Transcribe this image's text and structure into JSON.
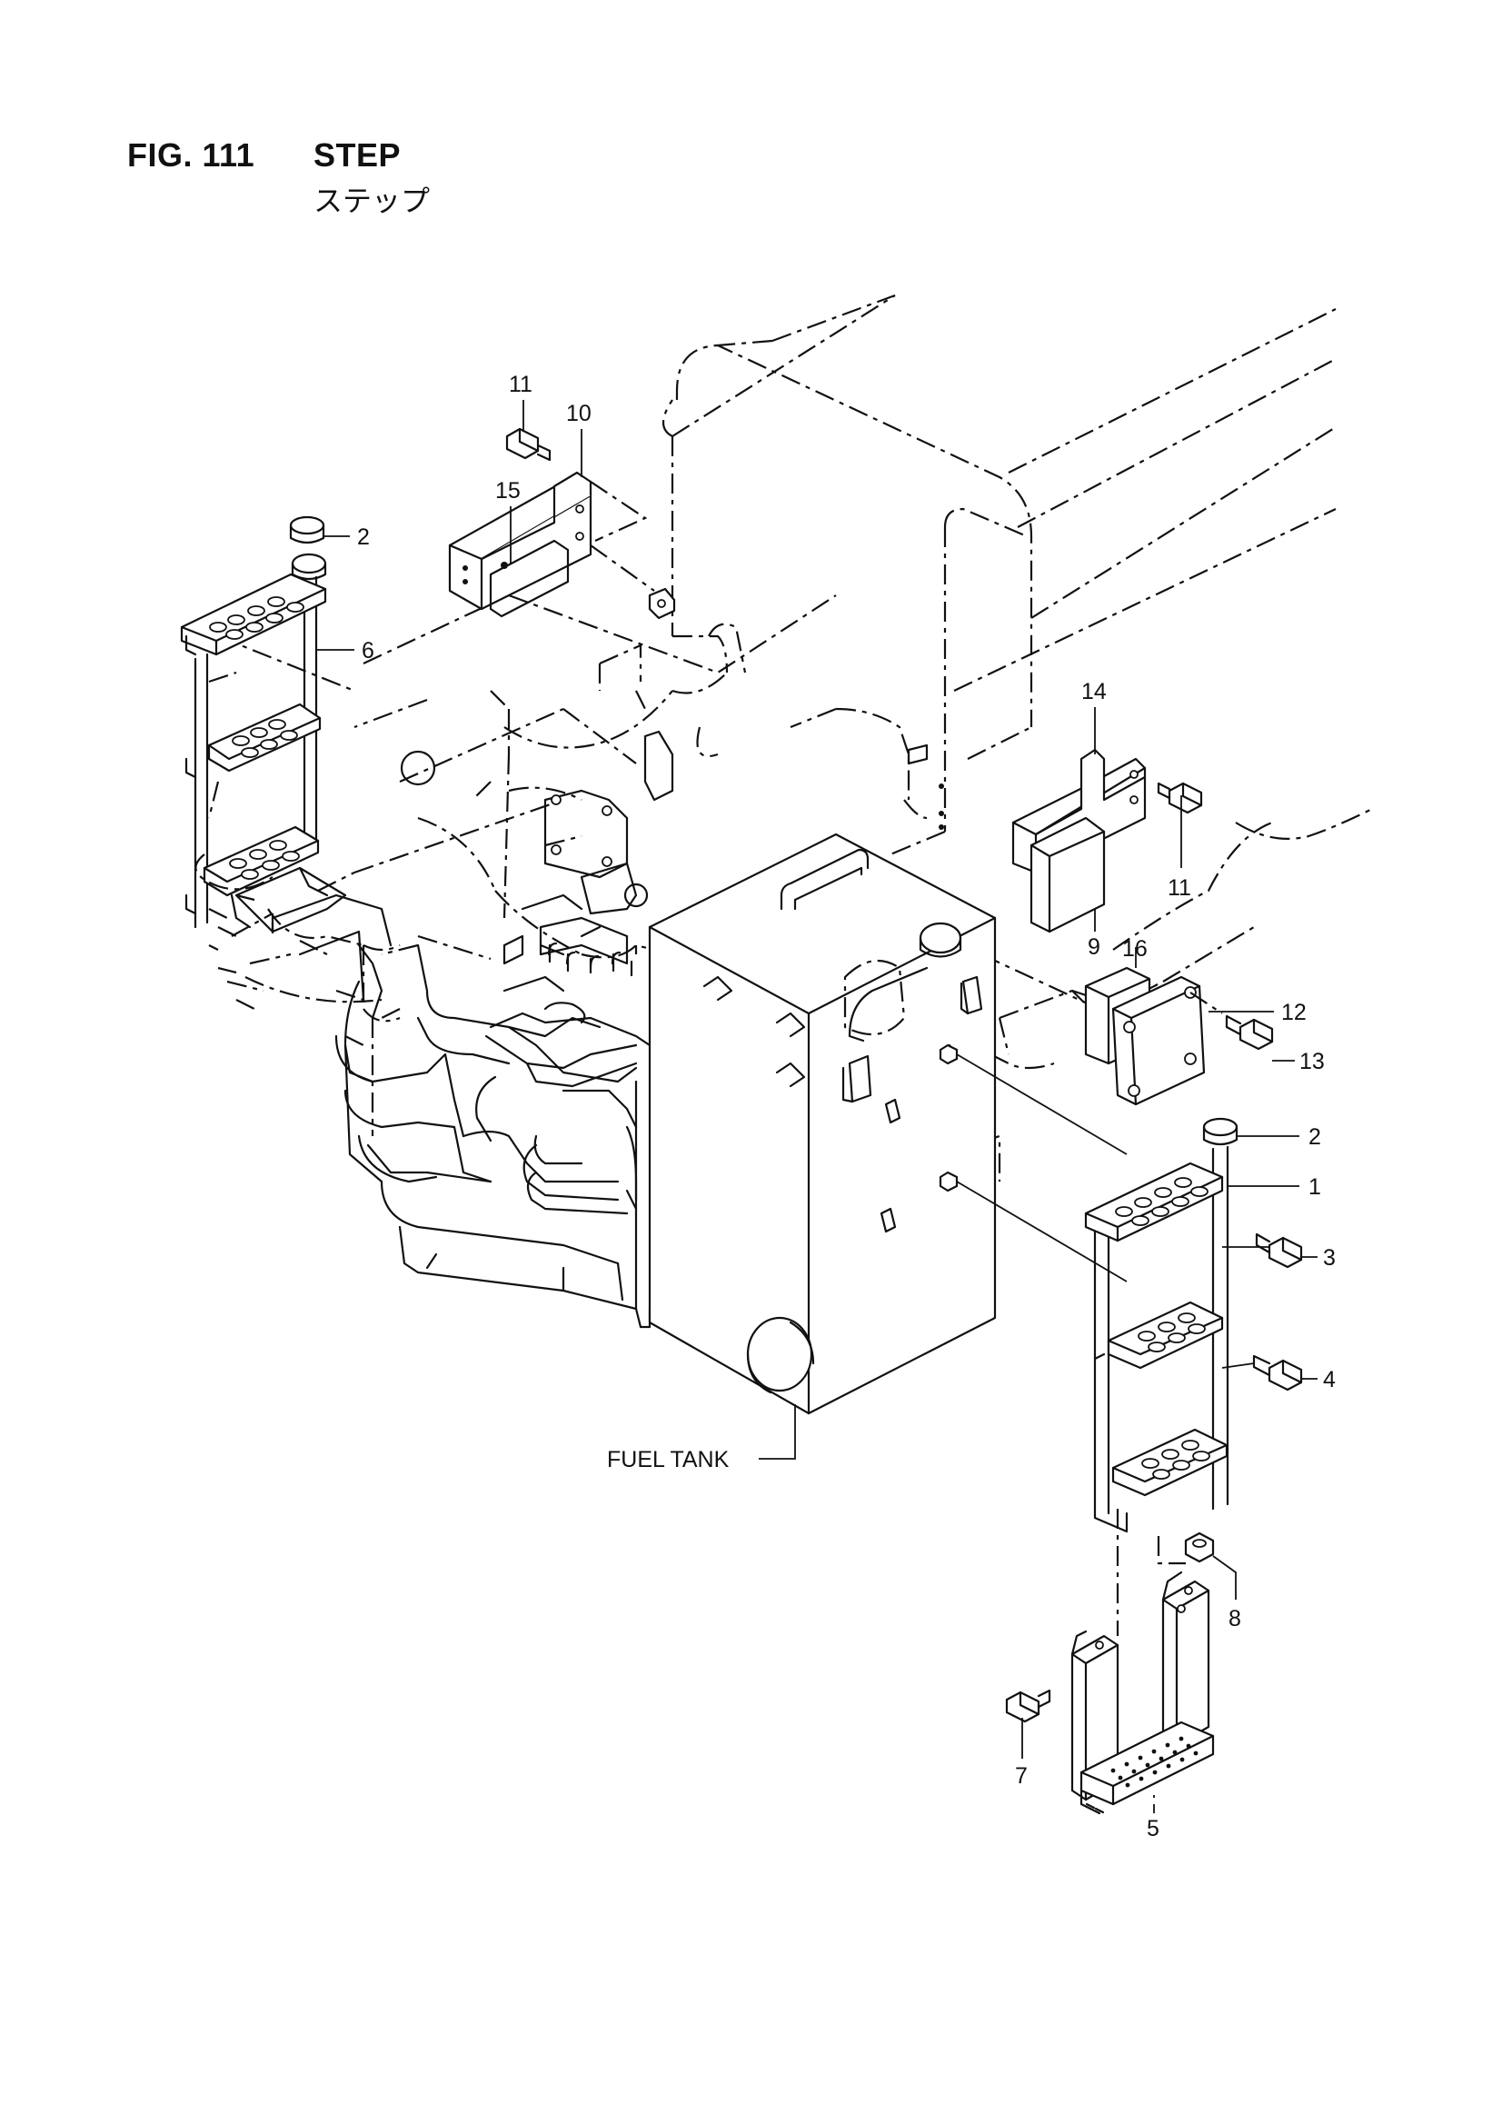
{
  "figure": {
    "number": "FIG. 111",
    "title": "STEP",
    "subtitle": "ステップ"
  },
  "labels": {
    "fuel_tank": "FUEL TANK"
  },
  "callouts": [
    {
      "id": "c1",
      "text": "1"
    },
    {
      "id": "c2a",
      "text": "2"
    },
    {
      "id": "c2b",
      "text": "2"
    },
    {
      "id": "c3",
      "text": "3"
    },
    {
      "id": "c4",
      "text": "4"
    },
    {
      "id": "c5",
      "text": "5"
    },
    {
      "id": "c6",
      "text": "6"
    },
    {
      "id": "c7",
      "text": "7"
    },
    {
      "id": "c8",
      "text": "8"
    },
    {
      "id": "c9",
      "text": "9"
    },
    {
      "id": "c10",
      "text": "10"
    },
    {
      "id": "c11a",
      "text": "11"
    },
    {
      "id": "c11b",
      "text": "11"
    },
    {
      "id": "c12",
      "text": "12"
    },
    {
      "id": "c13",
      "text": "13"
    },
    {
      "id": "c14",
      "text": "14"
    },
    {
      "id": "c15",
      "text": "15"
    },
    {
      "id": "c16",
      "text": "16"
    }
  ]
}
